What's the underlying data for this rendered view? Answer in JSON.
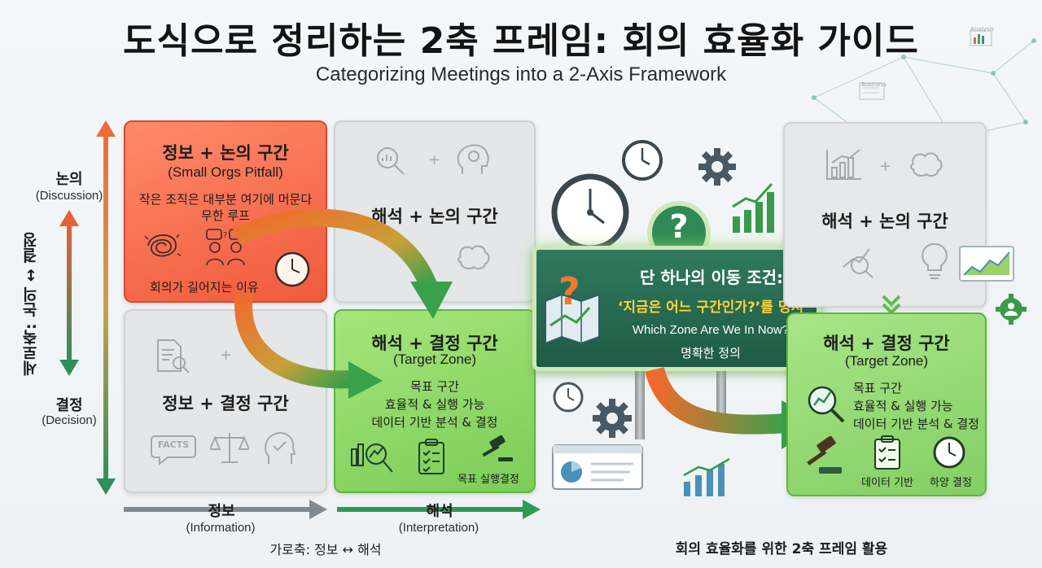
{
  "header": {
    "title": "도식으로 정리하는 2축 프레임: 회의 효율화 가이드",
    "subtitle": "Categorizing Meetings into a 2-Axis Framework"
  },
  "axes": {
    "vertical_top": "논의",
    "vertical_top_en": "(Discussion)",
    "vertical_bottom": "결정",
    "vertical_bottom_en": "(Decision)",
    "vertical_caption": "세로축: 논의 ↔ 결정",
    "horizontal_left": "정보",
    "horizontal_left_en": "(Information)",
    "horizontal_right": "해석",
    "horizontal_right_en": "(Interpretation)",
    "horizontal_caption": "가로축: 정보 ↔ 해석"
  },
  "quadrants": {
    "info_discussion": {
      "title": "정보 + 논의 구간",
      "subtitle": "(Small Orgs Pitfall)",
      "line1": "작은 조직은 대부분 여기에 머문다",
      "line2": "무한 루프",
      "footer": "회의가 길어지는 이유"
    },
    "interp_discussion": {
      "title": "해석 + 논의 구간"
    },
    "info_decision": {
      "title": "정보 + 결정 구간",
      "facts": "FACTS"
    },
    "interp_decision": {
      "title": "해석 + 결정 구간",
      "subtitle": "(Target Zone)",
      "line1": "목표 구간",
      "line2": "효율적 & 실행 가능",
      "line3": "데이터 기반 분석 & 결정",
      "footer": "목표 실행결정"
    }
  },
  "sign": {
    "line1": "단 하나의 이동 조건:",
    "line2": "‘지금은 어느 구간인가?’를 명시",
    "line3": "Which Zone Are We In Now?",
    "line4": "명확한 정의",
    "badge": "?"
  },
  "right_panel": {
    "top_title": "해석 + 논의 구간",
    "target_title": "해석 + 결정 구간",
    "target_subtitle": "(Target Zone)",
    "line1": "목표 구간",
    "line2": "효율적 & 실행 가능",
    "line3": "데이터 기반 분석 & 결정",
    "label_data": "데이터 기반",
    "label_decision": "하양 결정",
    "caption": "회의 효율화를 위한 2축 프레임 활용"
  },
  "decor": {
    "corner_label_1": "Analysis",
    "corner_label_2": "Business"
  },
  "colors": {
    "red_zone": "#f05a3c",
    "green_zone": "#7ccc58",
    "gray_zone": "#e4e6e8",
    "sign_bg": "#1f5a45",
    "arrow_green": "#3a9a4a",
    "arrow_orange": "#f07a2c"
  },
  "icons": [
    "clock-icon",
    "gear-icon",
    "question-icon",
    "map-icon",
    "gavel-icon",
    "checklist-icon",
    "chart-icon",
    "magnifier-icon",
    "brain-icon",
    "lightbulb-icon",
    "scale-icon",
    "document-icon",
    "person-icon",
    "chat-icon"
  ]
}
